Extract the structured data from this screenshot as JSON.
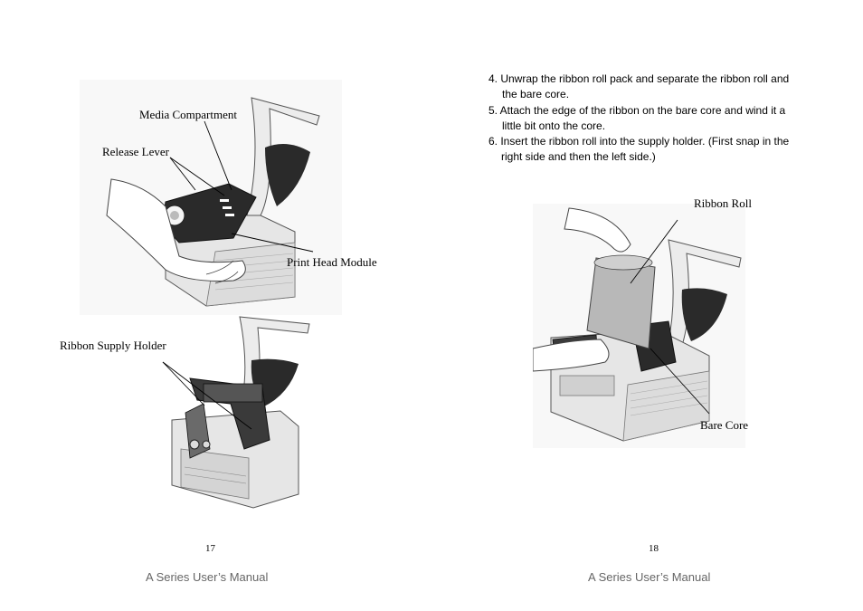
{
  "left_page": {
    "labels": {
      "media_compartment": "Media Compartment",
      "release_lever": "Release Lever",
      "print_head_module": "Print Head Module",
      "ribbon_supply_holder": "Ribbon Supply Holder"
    },
    "page_number": "17",
    "footer": "A Series User’s Manual"
  },
  "right_page": {
    "steps": [
      {
        "first": "4. Unwrap the ribbon roll pack and separate the ribbon roll and",
        "rest": "the bare core."
      },
      {
        "first": "5. Attach the edge of the ribbon on the bare core and wind it a",
        "rest": "little bit onto the core."
      },
      {
        "first": "6. Insert the ribbon roll into the supply holder. (First snap in the",
        "rest": "right side and then the left side.)"
      }
    ],
    "labels": {
      "ribbon_roll": "Ribbon Roll",
      "bare_core": "Bare Core"
    },
    "page_number": "18",
    "footer": "A Series User’s Manual"
  },
  "colors": {
    "dark_part": "#2a2a2a",
    "body_shade": "#e6e6e6",
    "outline": "#555555",
    "footer_text": "#666666"
  }
}
